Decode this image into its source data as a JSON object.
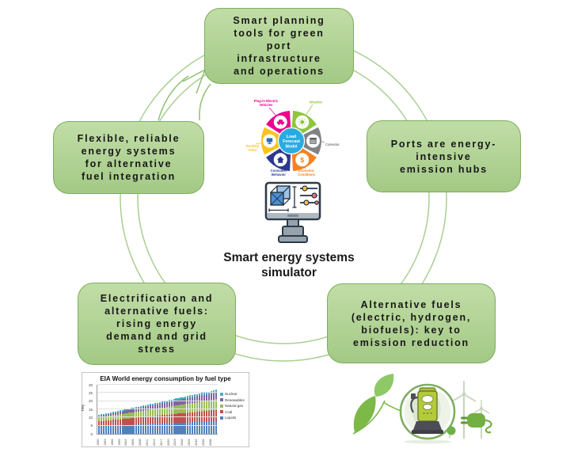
{
  "diagram": {
    "boxes": [
      {
        "id": "top",
        "label": "Smart planning\ntools for green\nport\ninfrastructure\nand operations"
      },
      {
        "id": "right",
        "label": "Ports are energy-\nintensive\nemission hubs"
      },
      {
        "id": "left",
        "label": "Flexible, reliable\nenergy systems\nfor alternative\nfuel integration"
      },
      {
        "id": "bottom-left",
        "label": "Electrification and\nalternative fuels:\nrising energy\ndemand and grid\nstress"
      },
      {
        "id": "bottom-right",
        "label": "Alternative fuels\n(electric, hydrogen,\nbiofuels): key to\nemission reduction"
      }
    ],
    "caption": "Smart energy systems\nsimulator"
  },
  "load_model": {
    "title_lines": [
      "Load",
      "Forecast",
      "Model"
    ],
    "center_color": "#29abe2",
    "dollar_symbol": "$",
    "segments": [
      {
        "icon": "ev-car-icon",
        "color": "#ec008c",
        "label_lines": [
          "Plug-in Electric",
          "Vehicles"
        ]
      },
      {
        "icon": "weather-sun-icon",
        "color": "#8dc63f",
        "label_lines": [
          "Weather"
        ]
      },
      {
        "icon": "calendar-icon",
        "color": "#808285",
        "label_lines": [
          "Calendar"
        ]
      },
      {
        "icon": "dollar-icon",
        "color": "#f58220",
        "label_lines": [
          "Economic",
          "Conditions"
        ]
      },
      {
        "icon": "house-icon",
        "color": "#2b388f",
        "label_lines": [
          "Consumer",
          "Behavior"
        ]
      },
      {
        "icon": "solar-monitor-icon",
        "color": "#f9c31f",
        "label_lines": [
          "Rooftop",
          "Solar"
        ]
      }
    ]
  },
  "chart_data": {
    "type": "bar",
    "stacked": true,
    "title": "EIA World energy consumption by fuel type",
    "xlabel": "",
    "ylabel": "TWy",
    "ylim": [
      0,
      30
    ],
    "yticks": [
      0,
      5,
      10,
      15,
      20,
      25,
      30
    ],
    "xtick_step": 3,
    "grid": true,
    "legend_position": "right",
    "legend_order": [
      "Nuclear",
      "Renewables",
      "Natural gas",
      "Coal",
      "Liquids"
    ],
    "years": [
      1990,
      1991,
      1992,
      1993,
      1994,
      1995,
      1996,
      1997,
      1998,
      1999,
      2000,
      2001,
      2002,
      2003,
      2004,
      2005,
      2006,
      2007,
      2008,
      2009,
      2010,
      2011,
      2012,
      2013,
      2014,
      2015,
      2016,
      2017,
      2018,
      2019,
      2020,
      2021,
      2022,
      2023,
      2024,
      2025,
      2026,
      2027,
      2028,
      2029,
      2030,
      2031,
      2032,
      2033,
      2034,
      2035,
      2036,
      2037,
      2038,
      2039,
      2040
    ],
    "series": [
      {
        "name": "Liquids",
        "color": "#4f81bd",
        "values": [
          4.6,
          4.7,
          4.7,
          4.8,
          4.9,
          4.9,
          5.0,
          5.0,
          5.1,
          5.2,
          5.2,
          5.3,
          5.4,
          5.4,
          5.5,
          5.6,
          5.6,
          5.7,
          5.7,
          5.8,
          5.9,
          5.9,
          6.0,
          6.1,
          6.1,
          6.2,
          6.3,
          6.3,
          6.4,
          6.5,
          6.5,
          6.6,
          6.6,
          6.7,
          6.8,
          6.8,
          6.9,
          7.0,
          7.0,
          7.1,
          7.2,
          7.2,
          7.3,
          7.4,
          7.4,
          7.5,
          7.5,
          7.6,
          7.7,
          7.7,
          7.8
        ]
      },
      {
        "name": "Coal",
        "color": "#c0504d",
        "values": [
          3.0,
          3.1,
          3.1,
          3.2,
          3.3,
          3.4,
          3.5,
          3.5,
          3.6,
          3.7,
          3.8,
          3.8,
          3.9,
          4.0,
          4.1,
          4.1,
          4.2,
          4.3,
          4.4,
          4.4,
          4.5,
          4.6,
          4.7,
          4.7,
          4.8,
          4.9,
          5.0,
          5.1,
          5.1,
          5.2,
          5.3,
          5.4,
          5.4,
          5.5,
          5.6,
          5.7,
          5.7,
          5.8,
          5.9,
          6.0,
          6.0,
          6.1,
          6.2,
          6.3,
          6.3,
          6.4,
          6.5,
          6.6,
          6.6,
          6.7,
          6.8
        ]
      },
      {
        "name": "Natural gas",
        "color": "#9bbb59",
        "values": [
          2.4,
          2.5,
          2.6,
          2.6,
          2.7,
          2.8,
          2.9,
          3.0,
          3.1,
          3.1,
          3.2,
          3.3,
          3.4,
          3.5,
          3.5,
          3.6,
          3.7,
          3.8,
          3.9,
          4.0,
          4.0,
          4.1,
          4.2,
          4.3,
          4.4,
          4.4,
          4.5,
          4.6,
          4.7,
          4.8,
          4.9,
          4.9,
          5.0,
          5.1,
          5.2,
          5.3,
          5.3,
          5.4,
          5.5,
          5.6,
          5.7,
          5.8,
          5.8,
          5.9,
          6.0,
          6.1,
          6.2,
          6.2,
          6.3,
          6.4,
          6.5
        ]
      },
      {
        "name": "Renewables",
        "color": "#8064a2",
        "values": [
          0.9,
          1.0,
          1.0,
          1.1,
          1.2,
          1.2,
          1.3,
          1.4,
          1.4,
          1.5,
          1.6,
          1.6,
          1.7,
          1.8,
          1.8,
          1.9,
          2.0,
          2.0,
          2.1,
          2.2,
          2.2,
          2.3,
          2.3,
          2.4,
          2.5,
          2.5,
          2.6,
          2.7,
          2.7,
          2.8,
          2.9,
          2.9,
          3.0,
          3.1,
          3.1,
          3.2,
          3.3,
          3.3,
          3.4,
          3.5,
          3.5,
          3.6,
          3.7,
          3.7,
          3.8,
          3.9,
          3.9,
          4.0,
          4.1,
          4.1,
          4.2
        ]
      },
      {
        "name": "Nuclear",
        "color": "#4bacc6",
        "values": [
          0.6,
          0.6,
          0.6,
          0.7,
          0.7,
          0.7,
          0.7,
          0.7,
          0.8,
          0.8,
          0.8,
          0.8,
          0.8,
          0.9,
          0.9,
          0.9,
          0.9,
          0.9,
          1.0,
          1.0,
          1.0,
          1.0,
          1.0,
          1.1,
          1.1,
          1.1,
          1.1,
          1.1,
          1.2,
          1.2,
          1.2,
          1.2,
          1.2,
          1.3,
          1.3,
          1.3,
          1.3,
          1.3,
          1.4,
          1.4,
          1.4,
          1.4,
          1.4,
          1.5,
          1.5,
          1.5,
          1.5,
          1.5,
          1.6,
          1.6,
          1.6
        ]
      }
    ]
  },
  "colors": {
    "box_fill_top": "#c1dda7",
    "box_fill_bottom": "#a3c985",
    "box_border": "#7cae5c",
    "ring": "#a9cf92",
    "arrow": "#8fc172",
    "text": "#171717",
    "eco_green": "#72b043",
    "eco_pale": "#c7d5bd"
  },
  "icons": [
    "leaf-icon",
    "charging-station-icon",
    "wind-turbine-icon",
    "plug-icon",
    "simulator-monitor-icon",
    "cube-3d-icon",
    "sliders-icon"
  ]
}
